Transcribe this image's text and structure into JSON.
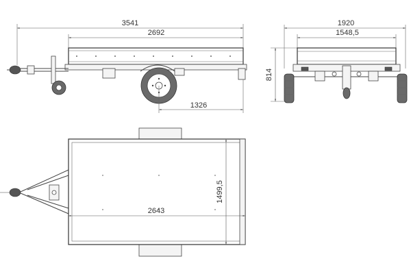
{
  "dimensions": {
    "side_overall_length": "3541",
    "side_box_length": "2692",
    "side_axle_to_rear": "1326",
    "rear_overall_width": "1920",
    "rear_box_width": "1548,5",
    "rear_height": "814",
    "top_box_length": "2643",
    "top_box_width": "1499,5"
  }
}
